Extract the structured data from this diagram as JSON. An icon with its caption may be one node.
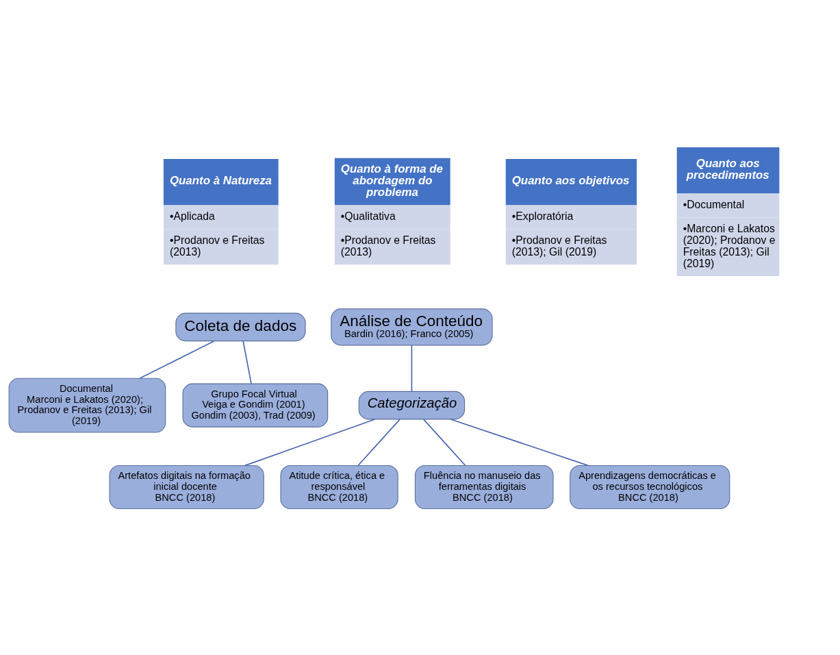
{
  "diagram": {
    "nodes": [
      {
        "text": [
          "Quanto à Natureza",
          "•Aplicada",
          "•Prodanov e Freitas (2013)"
        ]
      },
      {
        "text": [
          "Quanto à forma de abordagem do problema",
          "•Qualitativa",
          "•Prodanov e Freitas (2013)"
        ]
      },
      {
        "text": [
          "Quanto aos objetivos",
          "•Exploratória",
          "•Prodanov e Freitas (2013); Gil (2019)"
        ]
      },
      {
        "text": [
          "Quanto aos procedimentos",
          "•Documental",
          "•Marconi e Lakatos (2020); Prodanov e Freitas (2013); Gil (2019)"
        ]
      },
      {
        "text": [
          "Coleta de dados"
        ]
      },
      {
        "text": [
          "Documental",
          "Marconi e Lakatos (2020); Prodanov e Freitas (2013); Gil (2019)"
        ]
      },
      {
        "text": [
          "Grupo Focal Virtual",
          "Veiga e Gondim (2001)",
          "Gondim (2003), Trad (2009)"
        ]
      },
      {
        "text": [
          "Análise de Conteúdo",
          "Bardin (2016); Franco (2005)"
        ]
      },
      {
        "text": [
          "Categorização"
        ]
      },
      {
        "text": [
          "Artefatos digitais na formação inicial docente",
          "BNCC (2018)"
        ]
      },
      {
        "text": [
          "Atitude crítica, ética e responsável",
          "BNCC (2018)"
        ]
      },
      {
        "text": [
          "Fluência no manuseio das ferramentas digitais",
          "BNCC (2018)"
        ]
      },
      {
        "text": [
          "Aprendizagens democráticas e os recursos tecnológicos",
          "BNCC (2018)"
        ]
      }
    ],
    "edges": [
      {
        "from": 4,
        "to": 5,
        "arrow": "none"
      },
      {
        "from": 4,
        "to": 6,
        "arrow": "none"
      },
      {
        "from": 7,
        "to": 8,
        "arrow": "none"
      },
      {
        "from": 8,
        "to": 9,
        "arrow": "none"
      },
      {
        "from": 8,
        "to": 10,
        "arrow": "none"
      },
      {
        "from": 8,
        "to": 11,
        "arrow": "none"
      },
      {
        "from": 8,
        "to": 12,
        "arrow": "none"
      }
    ]
  }
}
